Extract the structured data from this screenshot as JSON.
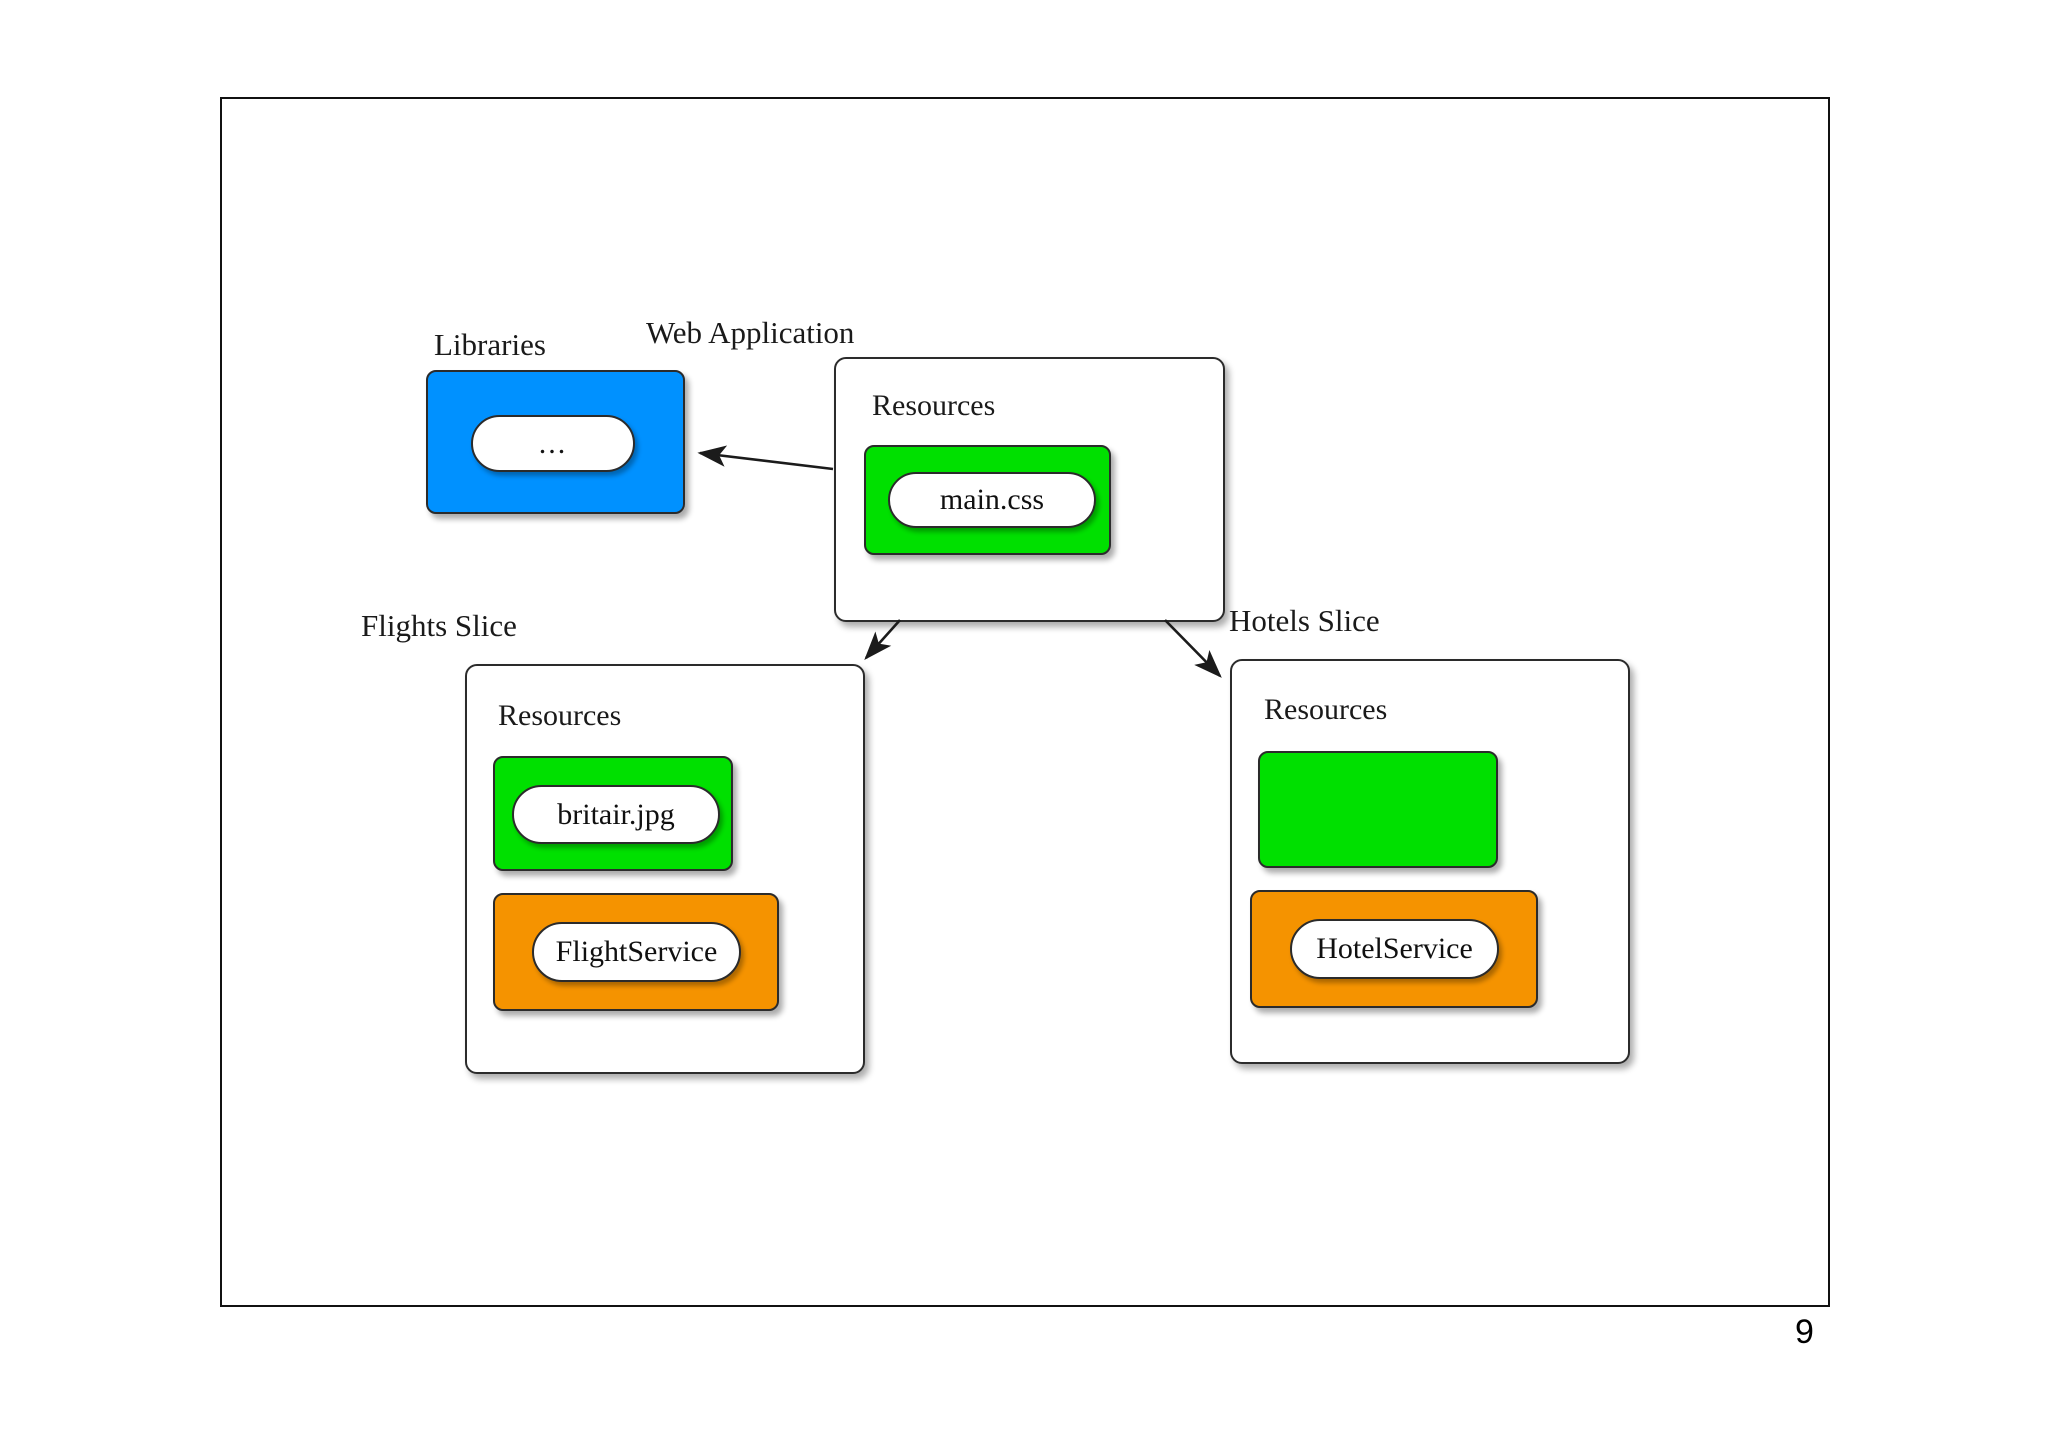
{
  "slide": {
    "page_number": "9",
    "background_color": "#ffffff",
    "frame_border_color": "#111111"
  },
  "palette": {
    "library_blue": "#0091FF",
    "resource_green": "#00E000",
    "service_orange": "#F59300",
    "outline": "#2b2b2b",
    "pill_fill": "#ffffff"
  },
  "groups": {
    "libraries": {
      "caption": "Libraries",
      "kind": "library-package",
      "color": "#0091FF",
      "items": [
        {
          "label": "...",
          "shape": "pill"
        }
      ]
    },
    "web_application": {
      "caption": "Web Application",
      "inner_label": "Resources",
      "blocks": [
        {
          "kind": "resources",
          "color": "#00E000",
          "items": [
            {
              "label": "main.css",
              "shape": "pill"
            }
          ]
        }
      ]
    },
    "flights_slice": {
      "caption": "Flights Slice",
      "inner_label": "Resources",
      "blocks": [
        {
          "kind": "resources",
          "color": "#00E000",
          "items": [
            {
              "label": "britair.jpg",
              "shape": "pill"
            }
          ]
        },
        {
          "kind": "services",
          "color": "#F59300",
          "items": [
            {
              "label": "FlightService",
              "shape": "pill"
            }
          ]
        }
      ]
    },
    "hotels_slice": {
      "caption": "Hotels Slice",
      "inner_label": "Resources",
      "blocks": [
        {
          "kind": "resources",
          "color": "#00E000",
          "items": []
        },
        {
          "kind": "services",
          "color": "#F59300",
          "items": [
            {
              "label": "HotelService",
              "shape": "pill"
            }
          ]
        }
      ]
    }
  },
  "arrows": [
    {
      "name": "webapp-to-libraries",
      "from": "web_application",
      "to": "libraries",
      "style": "solid-open-arrow"
    },
    {
      "name": "webapp-to-flights",
      "from": "web_application",
      "to": "flights_slice",
      "style": "solid-open-arrow"
    },
    {
      "name": "webapp-to-hotels",
      "from": "web_application",
      "to": "hotels_slice",
      "style": "solid-open-arrow"
    }
  ]
}
